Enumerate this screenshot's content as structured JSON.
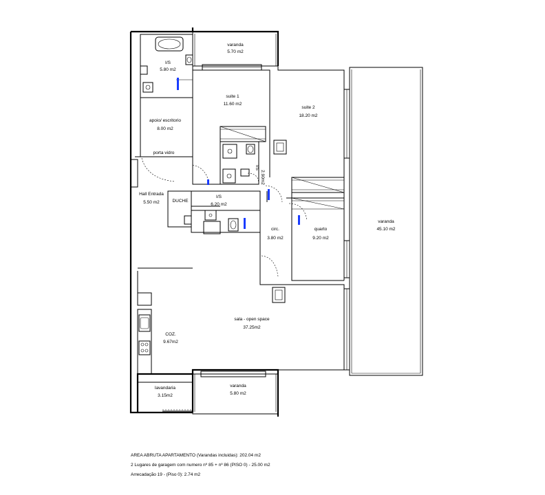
{
  "rooms": {
    "varanda_top": {
      "name": "varanda",
      "area": "5.70 m2"
    },
    "is_top": {
      "name": "I/S",
      "area": "5.80 m2"
    },
    "suite1": {
      "name": "suite 1",
      "area": "11.60 m2"
    },
    "suite2": {
      "name": "suite 2",
      "area": "18.20 m2"
    },
    "apoio": {
      "name": "apoio/ escritorio",
      "area": "8.00 m2"
    },
    "porta_vidro": {
      "name": "porta vidro"
    },
    "is_suite1": {
      "name": "I/S",
      "area": "2.90m2"
    },
    "hall": {
      "name": "Hall Entrada",
      "area": "5.50 m2"
    },
    "duche": {
      "name": "DUCHE"
    },
    "is_mid": {
      "name": "I/S",
      "area": "6.20 m2"
    },
    "circ": {
      "name": "circ.",
      "area": "3.80 m2"
    },
    "quarto": {
      "name": "quarto",
      "area": "9.20 m2"
    },
    "varanda_right": {
      "name": "varanda",
      "area": "45.10 m2"
    },
    "sala": {
      "name": "sala - open space",
      "area": "37.25m2"
    },
    "coz": {
      "name": "COZ.",
      "area": "9.67m2"
    },
    "lavandaria": {
      "name": "lavandaria",
      "area": "3.15m2"
    },
    "varanda_bottom": {
      "name": "varanda",
      "area": "5.80 m2"
    }
  },
  "notes": [
    "AREA ABRUTA APARTAMENTO (Varandas incluidas): 202.04 m2",
    "2 Lugares de garagem com numero nº 85 + nº 86 (PISO 0) - 25.00 m2",
    "Arrecadação 19 - (Piso 0): 2.74 m2"
  ]
}
